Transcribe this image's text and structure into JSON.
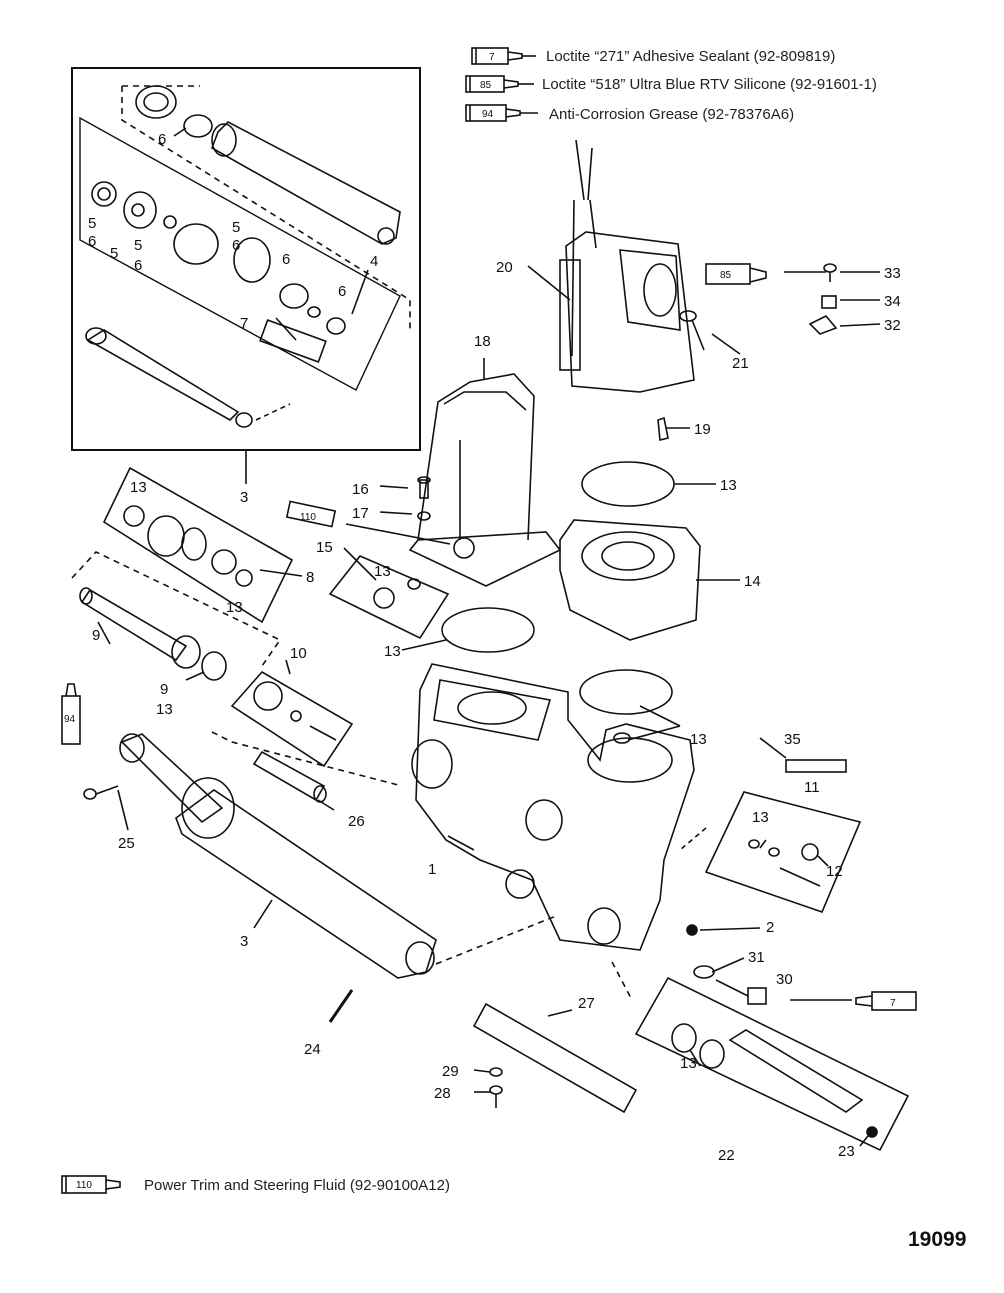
{
  "legend": [
    {
      "tube_number": "7",
      "text": "Loctite “271” Adhesive Sealant (92-809819)"
    },
    {
      "tube_number": "85",
      "text": "Loctite “518” Ultra Blue RTV Silicone (92-91601-1)"
    },
    {
      "tube_number": "94",
      "text": "Anti-Corrosion Grease (92-78376A6)"
    }
  ],
  "footer_legend": {
    "tube_number": "110",
    "text": "Power Trim  and Steering Fluid (92-90100A12)"
  },
  "figure_number": "19099",
  "tubes": {
    "t85": "85",
    "t110": "110",
    "t94": "94",
    "t7": "7"
  },
  "callouts": {
    "c6a": "6",
    "c5a": "5",
    "c6b": "6",
    "c5b": "5",
    "c5c": "5",
    "c6c": "6",
    "c5d": "5",
    "c6d": "6",
    "c6e": "6",
    "c6f": "6",
    "c4": "4",
    "c7": "7",
    "c3a": "3",
    "c13a": "13",
    "c8": "8",
    "c13b": "13",
    "c9a": "9",
    "c9b": "9",
    "c13c": "13",
    "c10": "10",
    "c25": "25",
    "c26": "26",
    "c3b": "3",
    "c24": "24",
    "c18": "18",
    "c16": "16",
    "c17": "17",
    "c15": "15",
    "c13d": "13",
    "c13e": "13",
    "c20": "20",
    "c21": "21",
    "c33": "33",
    "c34": "34",
    "c32": "32",
    "c19": "19",
    "c13f": "13",
    "c14": "14",
    "c13g": "13",
    "c35": "35",
    "c11": "11",
    "c13h": "13",
    "c12": "12",
    "c1": "1",
    "c2": "2",
    "c31": "31",
    "c30": "30",
    "c27": "27",
    "c13i": "13",
    "c29": "29",
    "c28": "28",
    "c22": "22",
    "c23": "23"
  }
}
